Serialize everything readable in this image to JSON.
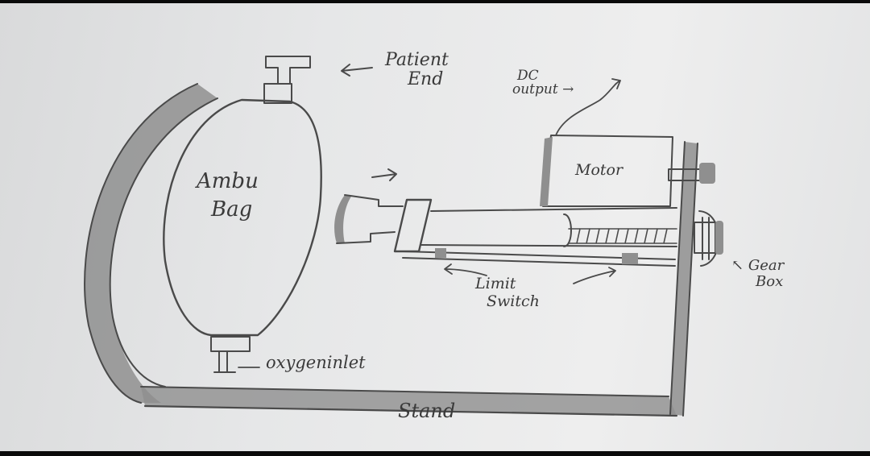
{
  "diagram": {
    "labels": {
      "patient_end": [
        "Patient",
        "End"
      ],
      "ambu_bag": [
        "Ambu",
        "Bag"
      ],
      "dc_output": [
        "DC",
        "output"
      ],
      "motor": "Motor",
      "limit_switch": [
        "Limit",
        "Switch"
      ],
      "gear_box": [
        "Gear",
        "Box"
      ],
      "oxygen_inlet": "oxygeninlet",
      "stand": "Stand"
    },
    "arrows": {
      "patient_end": "⟵",
      "dc_output": "→",
      "flow": "→",
      "gear_box": "↖"
    },
    "colors": {
      "paper": "#e8e8e9",
      "pencil": "#4a4a4a",
      "shading": "#8f8f8f"
    }
  }
}
